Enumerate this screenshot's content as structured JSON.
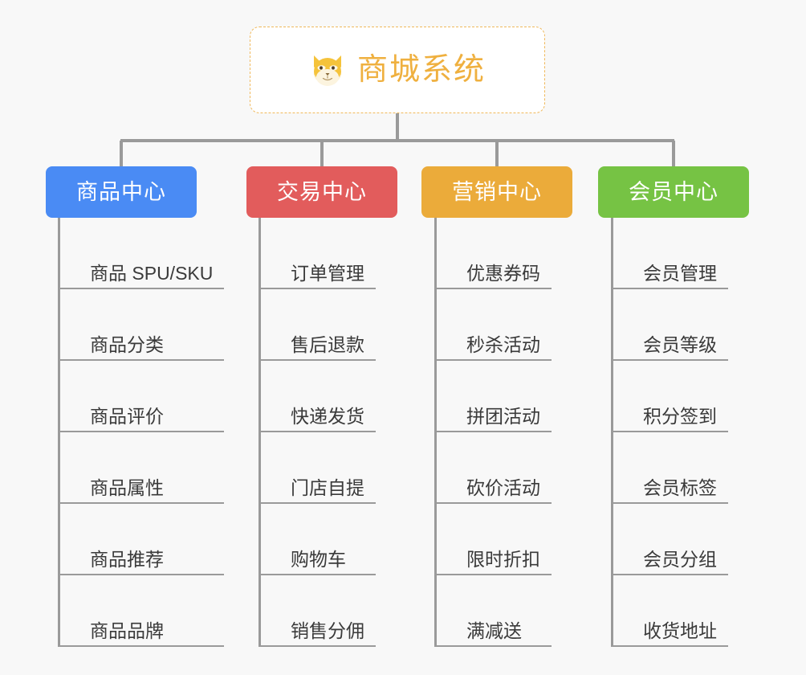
{
  "page": {
    "background_color": "#f8f8f8",
    "type": "mind-map"
  },
  "root": {
    "title": "商城系统",
    "icon": "dog-face-icon",
    "text_color": "#efb03f",
    "border_color": "#f0b95c",
    "background_color": "#ffffff"
  },
  "connector": {
    "color": "#9a9a9a"
  },
  "branches": [
    {
      "label": "商品中心",
      "color": "#4a8bf4",
      "text_color": "#ffffff",
      "items": [
        "商品 SPU/SKU",
        "商品分类",
        "商品评价",
        "商品属性",
        "商品推荐",
        "商品品牌"
      ]
    },
    {
      "label": "交易中心",
      "color": "#e25c5c",
      "text_color": "#ffffff",
      "items": [
        "订单管理",
        "售后退款",
        "快递发货",
        "门店自提",
        "购物车",
        "销售分佣"
      ]
    },
    {
      "label": "营销中心",
      "color": "#ebab3a",
      "text_color": "#ffffff",
      "items": [
        "优惠券码",
        "秒杀活动",
        "拼团活动",
        "砍价活动",
        "限时折扣",
        "满减送"
      ]
    },
    {
      "label": "会员中心",
      "color": "#76c344",
      "text_color": "#ffffff",
      "items": [
        "会员管理",
        "会员等级",
        "积分签到",
        "会员标签",
        "会员分组",
        "收货地址"
      ]
    }
  ]
}
